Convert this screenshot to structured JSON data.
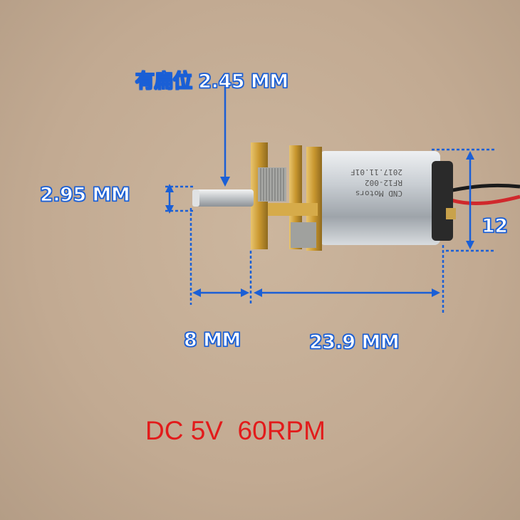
{
  "labels": {
    "flat": "有扁位 2.45 MM",
    "shaft_diameter": "2.95 MM",
    "height": "12",
    "shaft_length": "8 MM",
    "body_length": "23.9 MM"
  },
  "spec": "DC 5V  60RPM",
  "motor_marking": [
    "CND Motors",
    "RF12-002",
    "2017.11.01F"
  ],
  "colors": {
    "background": "#c4ad95",
    "dimension_blue": "#1a5fd6",
    "spec_red": "#e21b1b"
  }
}
